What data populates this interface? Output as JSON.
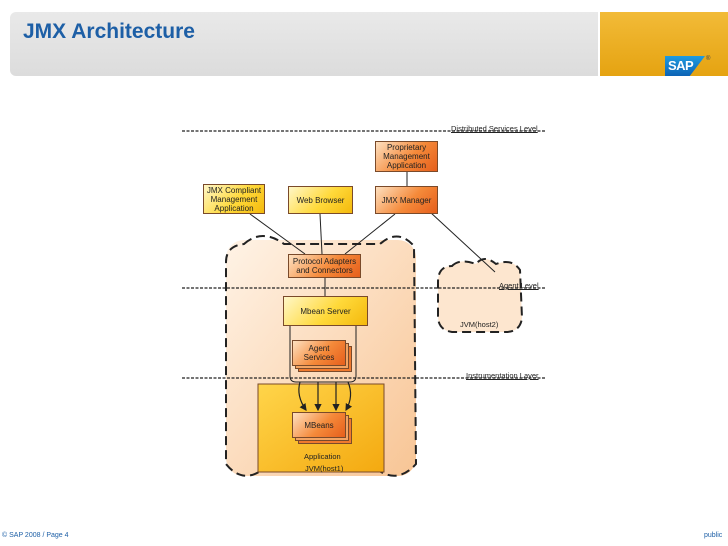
{
  "header": {
    "title": "JMX Architecture"
  },
  "logo": {
    "text": "SAP",
    "mark": "®"
  },
  "levels": {
    "distributed": "Distributed Services Level",
    "agent": "Agent Level",
    "instrumentation": "Instrumentation Layer"
  },
  "nodes": {
    "proprietary": "Proprietary Management Application",
    "jmx_compliant": "JMX Compliant Management Application",
    "web_browser": "Web Browser",
    "jmx_manager": "JMX Manager",
    "protocol_adapters": "Protocol Adapters and Connectors",
    "mbean_server": "Mbean Server",
    "agent_services": "Agent Services",
    "mbeans": "MBeans",
    "application": "Application"
  },
  "labels": {
    "jvm_host1": "JVM(host1)",
    "jvm_host2": "JVM(host2)"
  },
  "footer": {
    "copyright": "© SAP 2008 / Page 4",
    "classification": "public"
  },
  "colors": {
    "title": "#1d5fa6",
    "header_gold": "#e5a311",
    "node_orange": "#f58a3a",
    "node_yellow": "#ffd93a"
  }
}
